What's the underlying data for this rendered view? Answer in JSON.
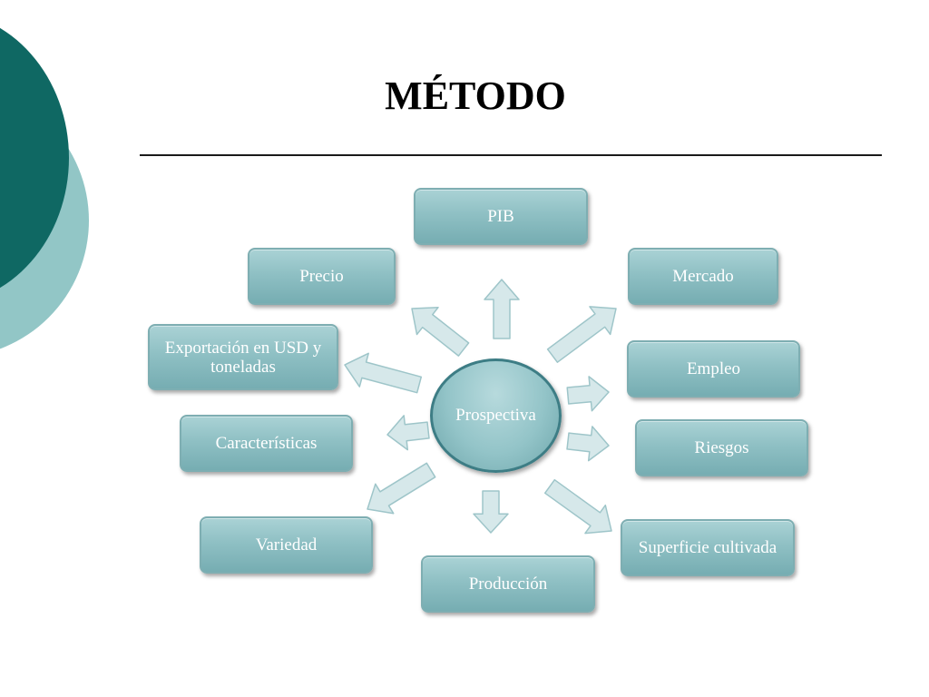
{
  "slide": {
    "title": "MÉTODO",
    "colors": {
      "accent_dark": "#0f6863",
      "accent_light": "#92c6c6",
      "box_fill": "#8fc0c4",
      "box_text": "#ffffff",
      "arrow_fill": "#d6e8ea",
      "arrow_stroke": "#9ec5c9"
    }
  },
  "diagram": {
    "center": "Prospectiva",
    "nodes": {
      "pib": "PIB",
      "precio": "Precio",
      "mercado": "Mercado",
      "exportacion": "Exportación en USD y toneladas",
      "empleo": "Empleo",
      "caracteristicas": "Características",
      "riesgos": "Riesgos",
      "variedad": "Variedad",
      "superficie": "Superficie cultivada",
      "produccion": "Producción"
    }
  }
}
